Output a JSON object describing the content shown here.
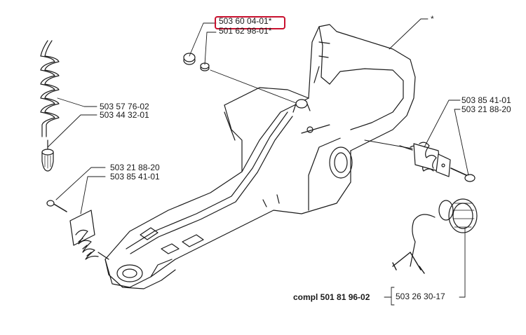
{
  "labels": {
    "part_highlighted": "503 60 04-01*",
    "part_below_highlight": "501 62 98-01*",
    "asterisk": "*",
    "spring_left_top": "503 57 76-02",
    "spring_left_bottom": "503 44 32-01",
    "mid_left_top": "503 21 88-20",
    "mid_left_bottom": "503 85 41-01",
    "right_top": "503 85 41-01",
    "right_bottom": "503 21 88-20",
    "compl_label": "compl 501 81 96-02",
    "cap_part": "503 26 30-17"
  },
  "colors": {
    "highlight": "#c8102e",
    "line": "#1a1a1a"
  }
}
